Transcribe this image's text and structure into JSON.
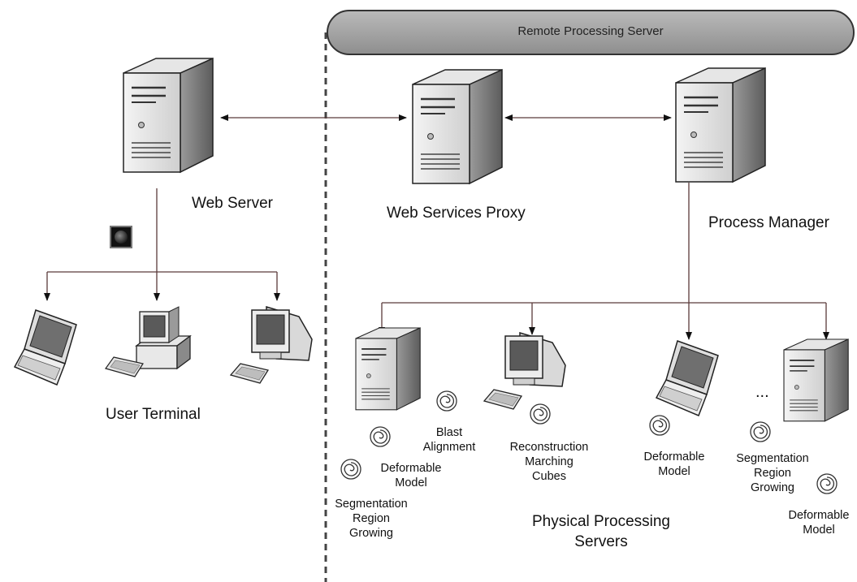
{
  "remote_processing_server": {
    "title": "Remote Processing Server"
  },
  "nodes": {
    "web_server": "Web Server",
    "web_services_proxy": "Web Services Proxy",
    "process_manager": "Process Manager",
    "user_terminal": "User Terminal",
    "physical_processing_servers": "Physical Processing\nServers"
  },
  "tasks": {
    "blast_alignment": "Blast\nAlignment",
    "deformable_model_1": "Deformable\nModel",
    "segmentation_1": "Segmentation\nRegion\nGrowing",
    "reconstruction": "Reconstruction\nMarching\nCubes",
    "deformable_model_2": "Deformable\nModel",
    "segmentation_2": "Segmentation\nRegion\nGrowing",
    "deformable_model_3": "Deformable\nModel"
  },
  "ellipsis": "...",
  "icons": [
    "server-icon",
    "workstation-icon",
    "laptop-icon",
    "desktop-icon",
    "spiral-task-icon",
    "globe-icon"
  ]
}
